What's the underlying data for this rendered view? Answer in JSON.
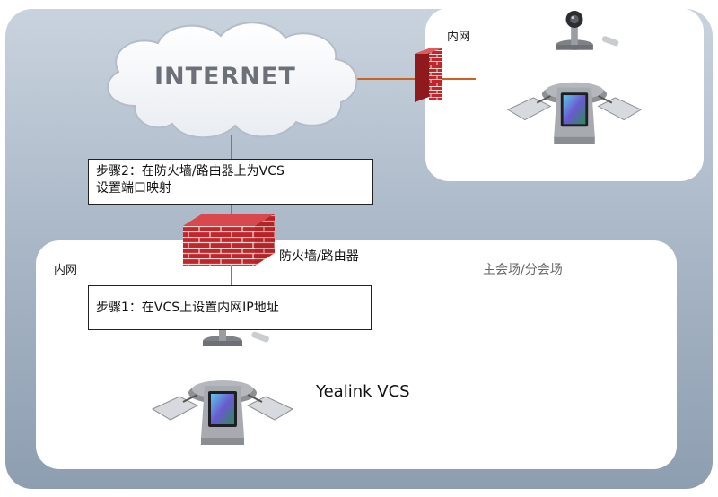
{
  "internet_label": "INTERNET",
  "top_lan": {
    "label": "内网"
  },
  "bottom_lan": {
    "label": "内网",
    "site_label": "主会场/分会场",
    "product_label": "Yealink VCS"
  },
  "firewall_label": "防火墙/路由器",
  "step1": {
    "text": "步骤1：在VCS上设置内网IP地址"
  },
  "step2": {
    "line1": "步骤2：在防火墙/路由器上为VCS",
    "line2": "设置端口映射"
  },
  "colors": {
    "backdrop": "#9aa9bb",
    "link_line": "#d0601e",
    "brick": "#c2262a",
    "mortar": "#f1d6d6",
    "cloud": "#ffffff"
  },
  "icons": [
    "cloud-icon",
    "firewall-icon",
    "vcs-endpoint-icon"
  ]
}
